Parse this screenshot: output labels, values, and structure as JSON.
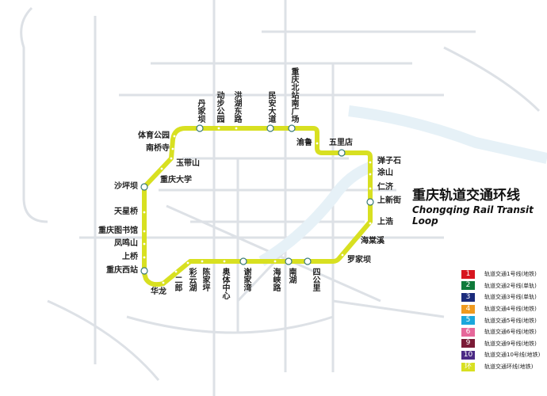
{
  "title": "重庆轨道交通环线",
  "subtitle": "Chongqing Rail Transit Loop",
  "colors": {
    "loop": "#d8e021",
    "background_lines": "#dde1e6",
    "river": "#e6f1f7"
  },
  "stations": [
    {
      "name": "丹家坝",
      "interchange": true
    },
    {
      "name": "动步公园",
      "interchange": false
    },
    {
      "name": "洪湖东路",
      "interchange": false
    },
    {
      "name": "民安大道",
      "interchange": true
    },
    {
      "name": "重庆北站南广场",
      "interchange": true
    },
    {
      "name": "渝鲁",
      "interchange": false
    },
    {
      "name": "五里店",
      "interchange": true
    },
    {
      "name": "弹子石",
      "interchange": false
    },
    {
      "name": "涂山",
      "interchange": false
    },
    {
      "name": "仁济",
      "interchange": false
    },
    {
      "name": "上新街",
      "interchange": true
    },
    {
      "name": "上浩",
      "interchange": false
    },
    {
      "name": "海棠溪",
      "interchange": false
    },
    {
      "name": "罗家坝",
      "interchange": false
    },
    {
      "name": "四公里",
      "interchange": true
    },
    {
      "name": "南湖",
      "interchange": true
    },
    {
      "name": "海峡路",
      "interchange": false
    },
    {
      "name": "谢家湾",
      "interchange": true
    },
    {
      "name": "奥体中心",
      "interchange": false
    },
    {
      "name": "陈家坪",
      "interchange": false
    },
    {
      "name": "彩云湖",
      "interchange": false
    },
    {
      "name": "二郎",
      "interchange": false
    },
    {
      "name": "华龙",
      "interchange": false
    },
    {
      "name": "重庆西站",
      "interchange": true
    },
    {
      "name": "上桥",
      "interchange": false
    },
    {
      "name": "凤鸣山",
      "interchange": false
    },
    {
      "name": "重庆图书馆",
      "interchange": false
    },
    {
      "name": "天星桥",
      "interchange": false
    },
    {
      "name": "沙坪坝",
      "interchange": true
    },
    {
      "name": "重庆大学",
      "interchange": false
    },
    {
      "name": "玉带山",
      "interchange": false
    },
    {
      "name": "南桥寺",
      "interchange": false
    },
    {
      "name": "体育公园",
      "interchange": false
    }
  ],
  "legend": [
    {
      "num": "1",
      "label": "轨道交通1号线(地铁)",
      "color": "#d7151f"
    },
    {
      "num": "2",
      "label": "轨道交通2号线(单轨)",
      "color": "#0f7a3a"
    },
    {
      "num": "3",
      "label": "轨道交通3号线(单轨)",
      "color": "#1b2b7c"
    },
    {
      "num": "4",
      "label": "轨道交通4号线(地铁)",
      "color": "#ef9a1f"
    },
    {
      "num": "5",
      "label": "轨道交通5号线(地铁)",
      "color": "#1ba7dc"
    },
    {
      "num": "6",
      "label": "轨道交通6号线(地铁)",
      "color": "#e6679a"
    },
    {
      "num": "9",
      "label": "轨道交通9号线(地铁)",
      "color": "#7a1a36"
    },
    {
      "num": "10",
      "label": "轨道交通10号线(地铁)",
      "color": "#4b2a85"
    },
    {
      "num": "环",
      "label": "轨道交通环线(地铁)",
      "color": "#d8e021"
    }
  ]
}
